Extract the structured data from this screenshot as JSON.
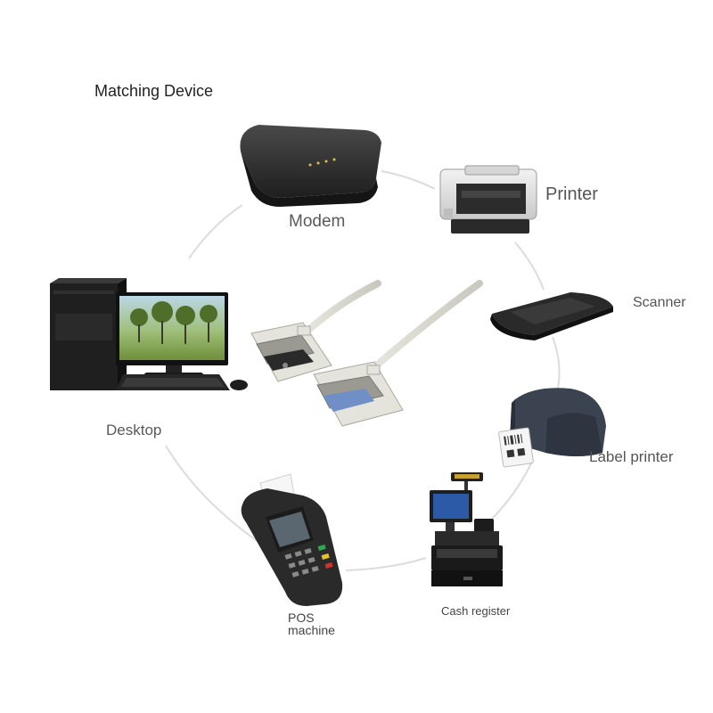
{
  "title": "Matching Device",
  "nodes": {
    "modem": "Modem",
    "printer": "Printer",
    "scanner": "Scanner",
    "label_printer": "Label printer",
    "cash_register": "Cash register",
    "pos_line1": "POS",
    "pos_line2": "machine",
    "desktop": "Desktop"
  },
  "colors": {
    "ring": "#dcdcdc",
    "device_dark": "#2a2a2a",
    "cable": "#d8d8cf",
    "connector_blue": "#6f8fc6"
  }
}
